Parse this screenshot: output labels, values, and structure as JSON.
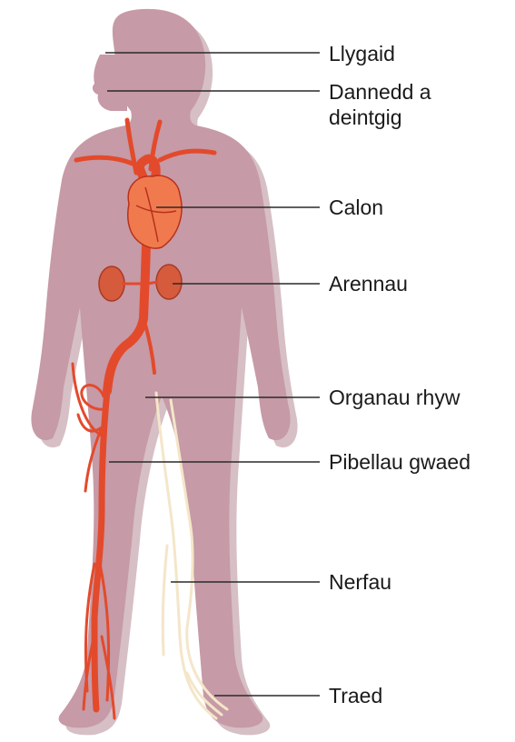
{
  "labels": {
    "eyes": "Llygaid",
    "teeth_line1": "Dannedd a",
    "teeth_line2": "deintgig",
    "heart": "Calon",
    "kidneys": "Arennau",
    "sex_organs": "Organau rhyw",
    "blood_vessels": "Pibellau gwaed",
    "nerves": "Nerfau",
    "feet": "Traed"
  },
  "colors": {
    "background": "#ffffff",
    "body_fill": "#c69aa6",
    "body_shadow": "#b58a96",
    "vessel": "#e34a2c",
    "vessel_dark": "#b8301c",
    "heart": "#f07a4e",
    "kidney": "#d65a3c",
    "nerve": "#f4e6c9",
    "leader_line": "#2a2a2a",
    "label_text": "#1a1a1a"
  }
}
